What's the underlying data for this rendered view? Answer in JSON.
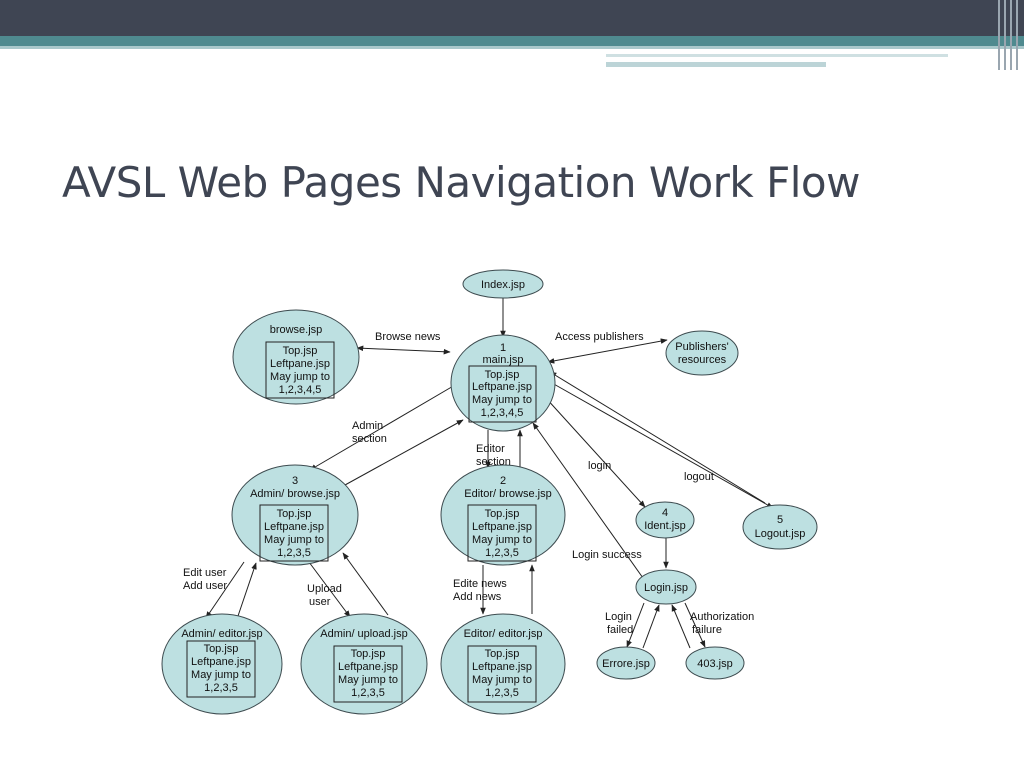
{
  "slide": {
    "title": "AVSL Web Pages Navigation Work Flow"
  },
  "colors": {
    "header_dark": "#3f4553",
    "header_teal": "#4f8a8f",
    "node_fill": "#bde0e1"
  },
  "diagram": {
    "nodes": {
      "index": {
        "label": "Index.jsp"
      },
      "main": {
        "number": "1",
        "label": "main.jsp",
        "box": [
          "Top.jsp",
          "Leftpane.jsp",
          "May jump to",
          "1,2,3,4,5"
        ]
      },
      "browse": {
        "label": "browse.jsp",
        "box": [
          "Top.jsp",
          "Leftpane.jsp",
          "May jump to",
          "1,2,3,4,5"
        ]
      },
      "publishers": {
        "label_lines": [
          "Publishers'",
          "resources"
        ]
      },
      "admin_browse": {
        "number": "3",
        "label": "Admin/ browse.jsp",
        "box": [
          "Top.jsp",
          "Leftpane.jsp",
          "May jump to",
          "1,2,3,5"
        ]
      },
      "editor_browse": {
        "number": "2",
        "label": "Editor/ browse.jsp",
        "box": [
          "Top.jsp",
          "Leftpane.jsp",
          "May jump to",
          "1,2,3,5"
        ]
      },
      "ident": {
        "number": "4",
        "label": "Ident.jsp"
      },
      "logout": {
        "number": "5",
        "label": "Logout.jsp"
      },
      "login": {
        "label": "Login.jsp"
      },
      "admin_editor": {
        "label": "Admin/ editor.jsp",
        "box": [
          "Top.jsp",
          "Leftpane.jsp",
          "May jump to",
          "1,2,3,5"
        ]
      },
      "admin_upload": {
        "label": "Admin/ upload.jsp",
        "box": [
          "Top.jsp",
          "Leftpane.jsp",
          "May jump to",
          "1,2,3,5"
        ]
      },
      "editor_editor": {
        "label": "Editor/ editor.jsp",
        "box": [
          "Top.jsp",
          "Leftpane.jsp",
          "May jump to",
          "1,2,3,5"
        ]
      },
      "errore": {
        "label": "Errore.jsp"
      },
      "e403": {
        "label": "403.jsp"
      }
    },
    "edge_labels": {
      "browse_news": "Browse news",
      "access_publishers": "Access publishers",
      "admin_section": [
        "Admin",
        "section"
      ],
      "editor_section": [
        "Editor",
        "section"
      ],
      "login": "login",
      "logout": "logout",
      "login_success": "Login success",
      "edit_user": [
        "Edit user",
        "Add user"
      ],
      "upload_user": [
        "Upload",
        "user"
      ],
      "edite_news": [
        "Edite news",
        "Add news"
      ],
      "login_failed": [
        "Login",
        "failed"
      ],
      "auth_failure": [
        "Authorization",
        "failure"
      ]
    }
  }
}
